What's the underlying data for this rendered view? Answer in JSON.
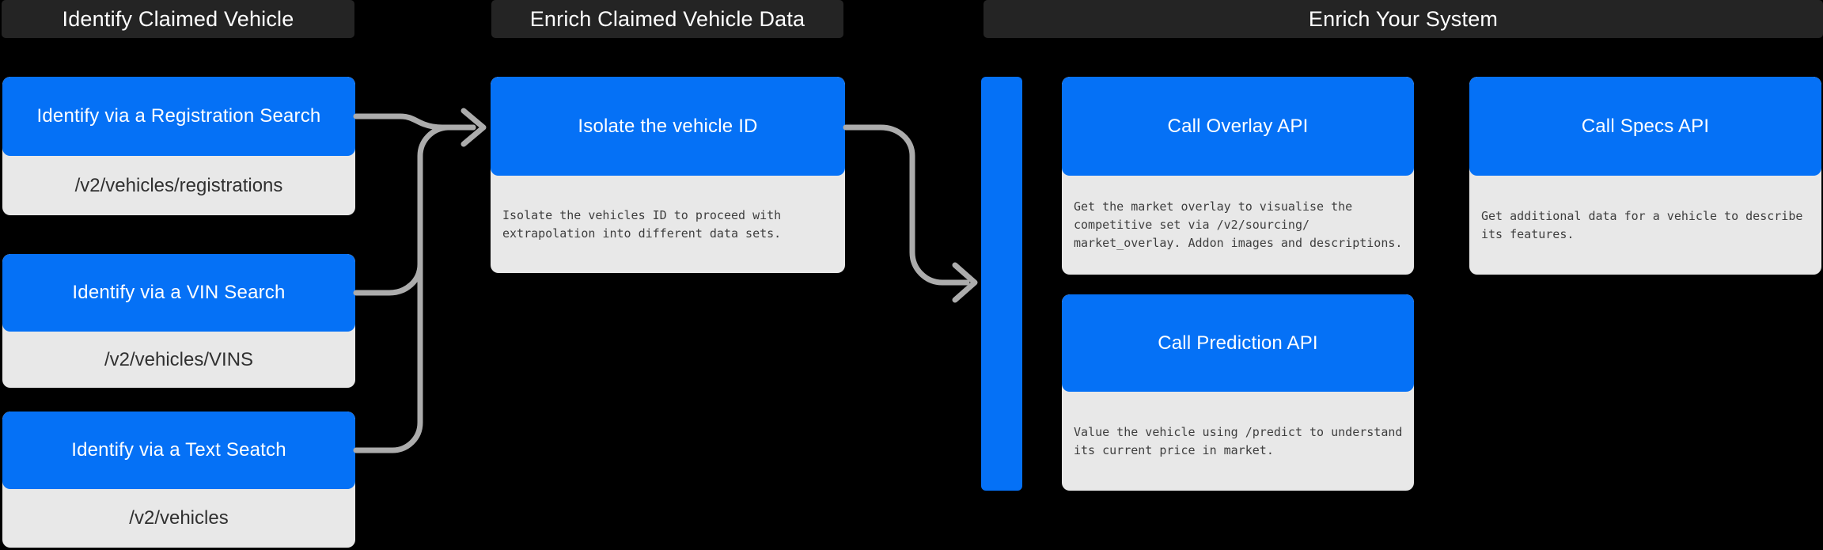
{
  "colors": {
    "background": "#000000",
    "header_bg": "#242424",
    "accent_blue": "#0571f6",
    "card_gray": "#e8e8e8",
    "title_text": "#ffffff",
    "endpoint_text": "#303030",
    "description_text": "#3e3e3e",
    "arrow_gray": "#acacac"
  },
  "headers": {
    "identify": "Identify Claimed Vehicle",
    "enrich_data": "Enrich Claimed Vehicle Data",
    "enrich_system": "Enrich Your System"
  },
  "identify_cards": [
    {
      "title": "Identify via a Registration Search",
      "endpoint": "/v2/vehicles/registrations"
    },
    {
      "title": "Identify via a VIN Search",
      "endpoint": "/v2/vehicles/VINS"
    },
    {
      "title": "Identify via a Text Seatch",
      "endpoint": "/v2/vehicles"
    }
  ],
  "isolate_card": {
    "title": "Isolate the vehicle ID",
    "description": "Isolate the vehicles ID to proceed with\nextrapolation into different data sets."
  },
  "enrich_cards": [
    {
      "title": "Call Overlay API",
      "description": "Get the market overlay to visualise the\ncompetitive set via /v2/sourcing/\nmarket_overlay. Addon images and descriptions."
    },
    {
      "title": "Call Prediction API",
      "description": "Value the vehicle using /predict to understand\nits current price in market."
    },
    {
      "title": "Call Specs API",
      "description": "Get additional data for a vehicle to describe\nits features."
    }
  ]
}
